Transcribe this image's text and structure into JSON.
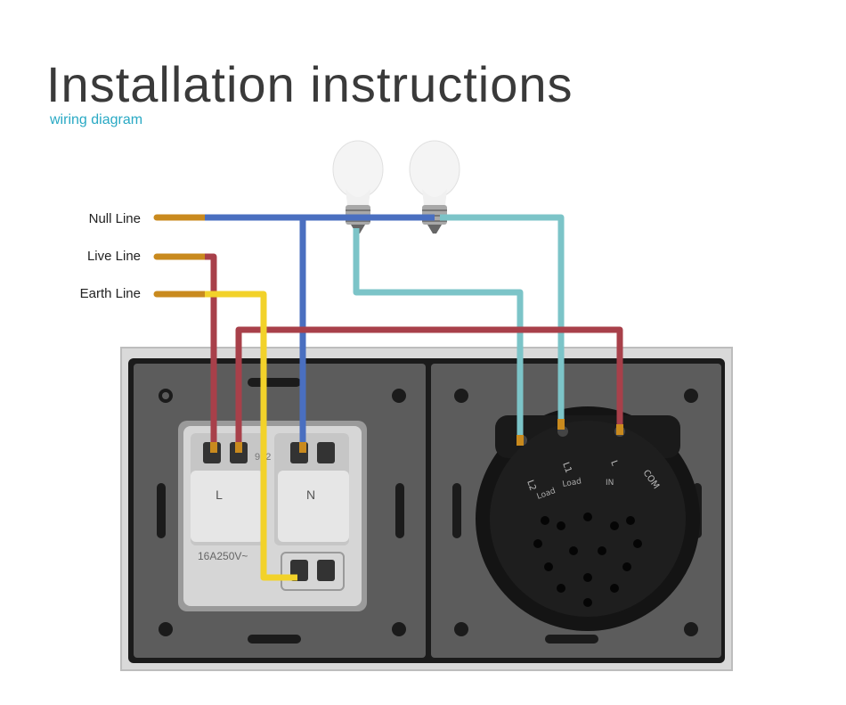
{
  "header": {
    "title": "Installation instructions",
    "subtitle": "wiring diagram"
  },
  "wires": {
    "null_line": "Null Line",
    "live_line": "Live Line",
    "earth_line": "Earth Line"
  },
  "socket": {
    "terminal_left": "L",
    "terminal_right": "N",
    "rating": "16A250V~",
    "model": "912"
  },
  "switch_module": {
    "terminals": [
      "L2",
      "L1",
      "L",
      "COM"
    ],
    "terminal_sub": [
      "Load",
      "Load",
      "IN"
    ]
  },
  "colors": {
    "null_wire": "#4a6fc0",
    "live_wire": "#a8404a",
    "earth_wire": "#f2d22a",
    "load_wire": "#7cc4c8",
    "title": "#3a3a3a",
    "subtitle": "#29a9c4",
    "panel": "#5c5c5c",
    "frame": "#d9d9d9"
  }
}
